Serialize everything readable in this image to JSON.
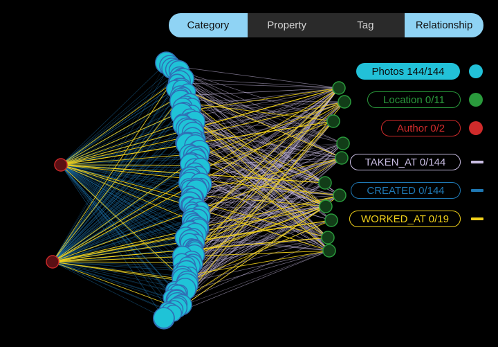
{
  "tabs": [
    {
      "label": "Category",
      "active": true
    },
    {
      "label": "Property",
      "active": false
    },
    {
      "label": "Tag",
      "active": false
    },
    {
      "label": "Relationship",
      "active": true
    }
  ],
  "legend": {
    "nodes": [
      {
        "label": "Photos 144/144",
        "color": "#22c1d8",
        "filled": true
      },
      {
        "label": "Location 0/11",
        "color": "#2a9a3c",
        "filled": false
      },
      {
        "label": "Author 0/2",
        "color": "#d02b2b",
        "filled": false
      }
    ],
    "edges": [
      {
        "label": "TAKEN_AT 0/144",
        "color": "#c9bde3"
      },
      {
        "label": "CREATED 0/144",
        "color": "#1f78b4"
      },
      {
        "label": "WORKED_AT 0/19",
        "color": "#f2d21b"
      }
    ]
  },
  "graph": {
    "photo_count": 144,
    "location_count": 11,
    "author_count": 2,
    "colors": {
      "photo_fill": "#1fc3d7",
      "photo_stroke": "#2f6fb5",
      "location_fill": "#123d18",
      "location_stroke": "#2a9a3c",
      "author_fill": "#5a0f14",
      "author_stroke": "#c62828",
      "taken_at": "#c9bde3",
      "created": "#1f78b4",
      "worked_at": "#f2d21b"
    }
  }
}
